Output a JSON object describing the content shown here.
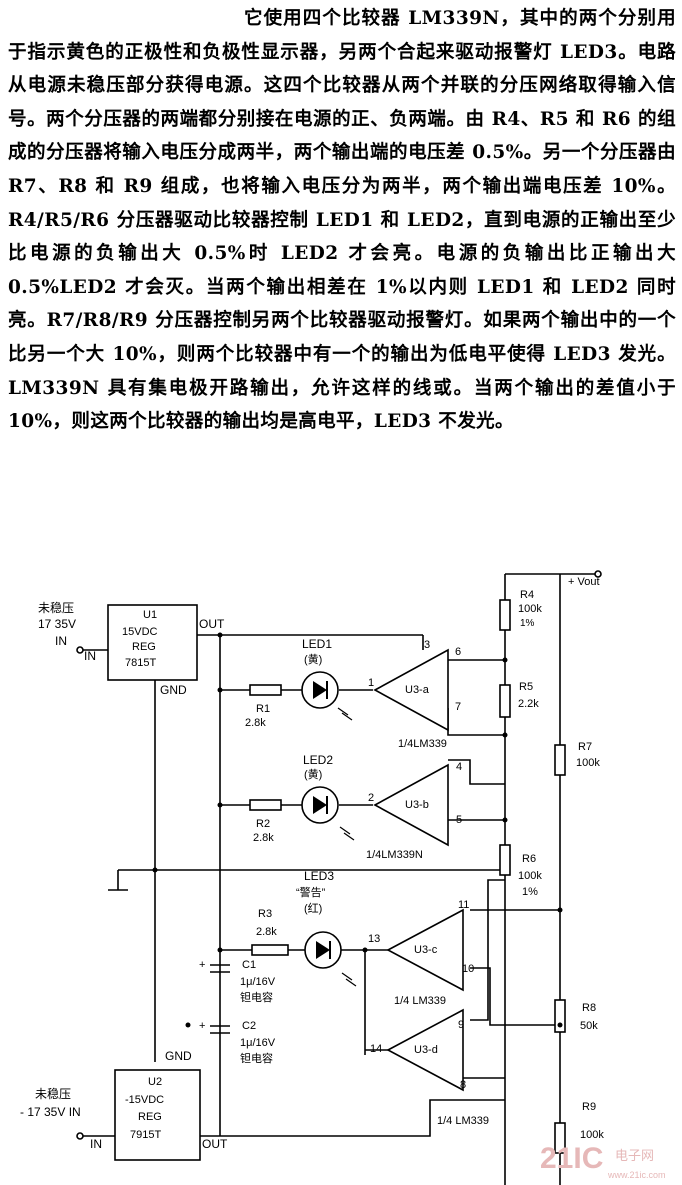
{
  "article": {
    "paragraph": "它使用四个比较器 LM339N，其中的两个分别用于指示黄色的正极性和负极性显示器，另两个合起来驱动报警灯 LED3。电路从电源未稳压部分获得电源。这四个比较器从两个并联的分压网络取得输入信号。两个分压器的两端都分别接在电源的正、负两端。由 R4、R5 和 R6 的组成的分压器将输入电压分成两半，两个输出端的电压差 0.5%。另一个分压器由 R7、R8 和 R9 组成，也将输入电压分为两半，两个输出端电压差 10%。R4/R5/R6 分压器驱动比较器控制 LED1 和 LED2，直到电源的正输出至少比电源的负输出大 0.5%时 LED2 才会亮。电源的负输出比正输出大 0.5%LED2 才会灭。当两个输出相差在 1%以内则 LED1 和 LED2 同时亮。R7/R8/R9 分压器控制另两个比较器驱动报警灯。如果两个输出中的一个比另一个大 10%，则两个比较器中有一个的输出为低电平使得 LED3 发光。LM339N 具有集电极开路输出，允许这样的线或。当两个输出的差值小于 10%，则这两个比较器的输出均是高电平，LED3 不发光。"
  },
  "circuit": {
    "vout_label": "+ Vout",
    "u1": {
      "ref": "U1",
      "line1": "15VDC",
      "line2": "REG",
      "part": "7815T",
      "out": "OUT",
      "gnd": "GND",
      "in": "IN"
    },
    "u2": {
      "ref": "U2",
      "line1": "-15VDC",
      "line2": "REG",
      "part": "7915T",
      "out": "OUT",
      "gnd": "GND",
      "in": "IN"
    },
    "input_top": {
      "line1": "未稳压",
      "line2": "17 35V",
      "line3": "IN"
    },
    "input_bottom": {
      "line1": "未稳压",
      "line2": "- 17 35V IN"
    },
    "resistors": [
      {
        "ref": "R1",
        "value": "2.8k"
      },
      {
        "ref": "R2",
        "value": "2.8k"
      },
      {
        "ref": "R3",
        "value": "2.8k"
      },
      {
        "ref": "R4",
        "value": "100k",
        "extra": "1%"
      },
      {
        "ref": "R5",
        "value": "2.2k"
      },
      {
        "ref": "R6",
        "value": "100k",
        "extra": "1%"
      },
      {
        "ref": "R7",
        "value": "100k"
      },
      {
        "ref": "R8",
        "value": "50k"
      },
      {
        "ref": "R9",
        "value": "100k"
      }
    ],
    "leds": [
      {
        "ref": "LED1",
        "color": "(黄)"
      },
      {
        "ref": "LED2",
        "color": "(黄)"
      },
      {
        "ref": "LED3",
        "name": "“警告”",
        "color": "(红)"
      }
    ],
    "caps": [
      {
        "ref": "C1",
        "value": "1μ/16V",
        "type": "钽电容"
      },
      {
        "ref": "C2",
        "value": "1μ/16V",
        "type": "钽电容"
      }
    ],
    "comparators": [
      {
        "ref": "U3-a",
        "pins": [
          "3",
          "6",
          "1",
          "7"
        ],
        "part": "1/4LM339"
      },
      {
        "ref": "U3-b",
        "pins": [
          "4",
          "2",
          "5"
        ],
        "part": "1/4LM339N"
      },
      {
        "ref": "U3-c",
        "pins": [
          "11",
          "13",
          "10"
        ],
        "part": "1/4 LM339"
      },
      {
        "ref": "U3-d",
        "pins": [
          "9",
          "14",
          "8"
        ],
        "part": "1/4 LM339"
      }
    ],
    "watermark": {
      "main": "21IC",
      "cn": "电子网",
      "url": "www.21ic.com"
    }
  }
}
